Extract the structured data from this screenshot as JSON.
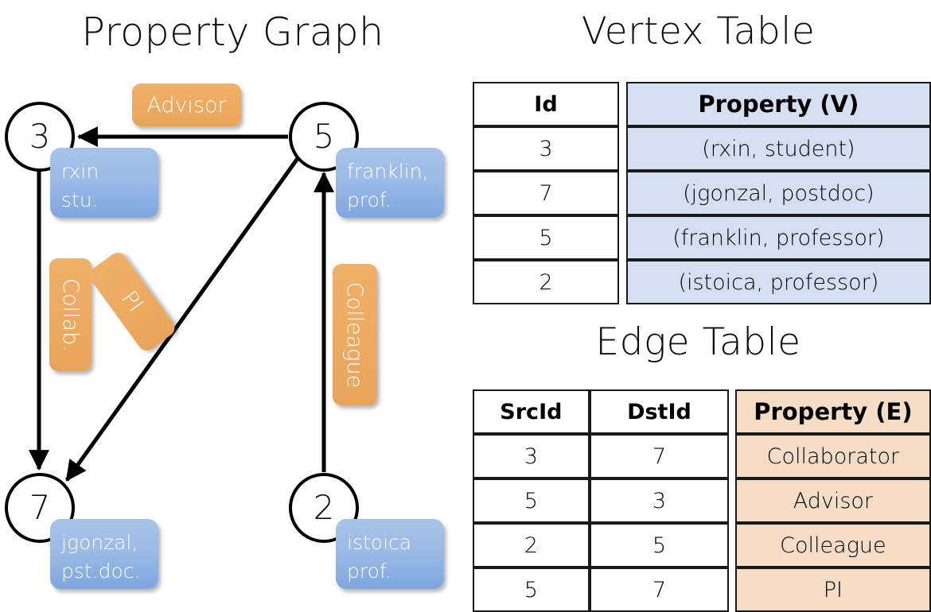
{
  "titles": {
    "property_graph": "Property Graph",
    "vertex_table": "Vertex Table",
    "edge_table": "Edge Table"
  },
  "colors": {
    "vertex_property_fill": "#d4e0f1",
    "edge_property_fill": "#f4ddc4",
    "node_box_blue": "#9cbbe6",
    "edge_label_orange": "#eeac63",
    "stroke": "#000000"
  },
  "graph": {
    "vertices": [
      {
        "id": "3",
        "prop_lines": [
          "rxin",
          "stu."
        ]
      },
      {
        "id": "5",
        "prop_lines": [
          "franklin,",
          "prof."
        ]
      },
      {
        "id": "7",
        "prop_lines": [
          "jgonzal,",
          "pst.doc."
        ]
      },
      {
        "id": "2",
        "prop_lines": [
          "istoica",
          "prof."
        ]
      }
    ],
    "edge_labels": [
      {
        "name": "advisor",
        "text": "Advisor"
      },
      {
        "name": "collab",
        "text": "Collab."
      },
      {
        "name": "pi",
        "text": "PI"
      },
      {
        "name": "colleague",
        "text": "Colleague"
      }
    ],
    "edges": [
      {
        "from": "5",
        "to": "3",
        "label": "Advisor"
      },
      {
        "from": "3",
        "to": "7",
        "label": "Collab."
      },
      {
        "from": "5",
        "to": "7",
        "label": "PI"
      },
      {
        "from": "2",
        "to": "5",
        "label": "Colleague"
      }
    ]
  },
  "vertex_table": {
    "headers": [
      "Id",
      "Property (V)"
    ],
    "rows": [
      {
        "id": "3",
        "property": "(rxin, student)"
      },
      {
        "id": "7",
        "property": "(jgonzal, postdoc)"
      },
      {
        "id": "5",
        "property": "(franklin, professor)"
      },
      {
        "id": "2",
        "property": "(istoica, professor)"
      }
    ]
  },
  "edge_table": {
    "headers": [
      "SrcId",
      "DstId",
      "Property (E)"
    ],
    "rows": [
      {
        "src": "3",
        "dst": "7",
        "property": "Collaborator"
      },
      {
        "src": "5",
        "dst": "3",
        "property": "Advisor"
      },
      {
        "src": "2",
        "dst": "5",
        "property": "Colleague"
      },
      {
        "src": "5",
        "dst": "7",
        "property": "PI"
      }
    ]
  }
}
